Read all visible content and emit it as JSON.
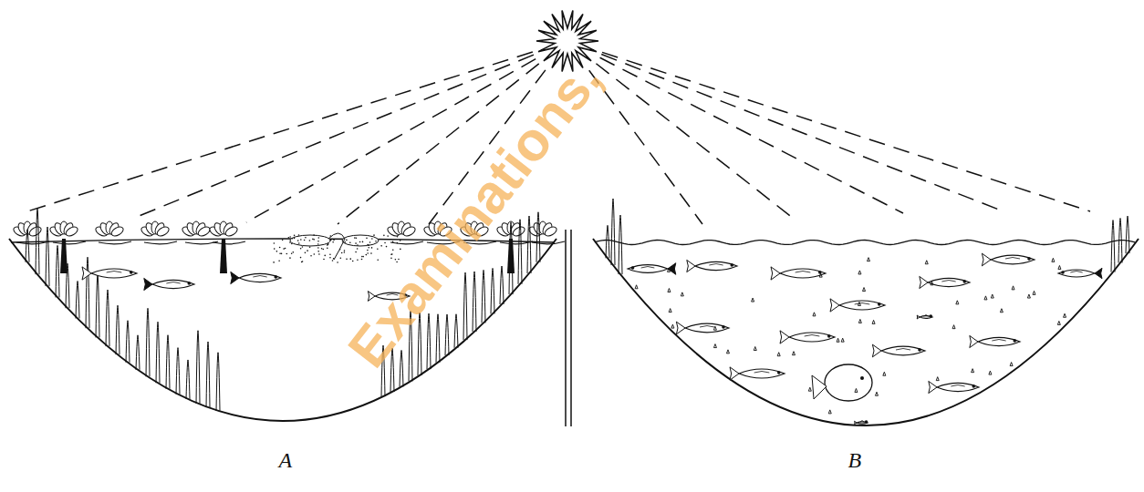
{
  "diagram": {
    "labels": [
      "A",
      "B",
      "Examinations,"
    ]
  }
}
